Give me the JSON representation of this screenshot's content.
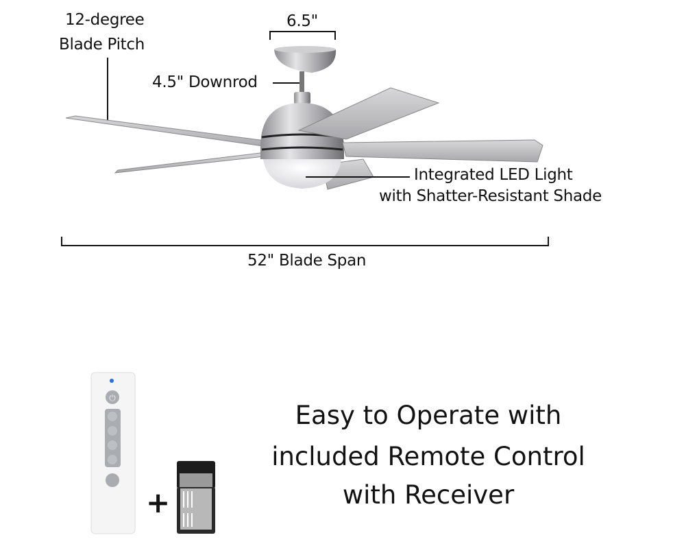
{
  "labels": {
    "pitch_line1": "12-degree",
    "pitch_line2": "Blade Pitch",
    "canopy_width": "6.5\"",
    "downrod": "4.5\" Downrod",
    "light_line1": "Integrated LED Light",
    "light_line2": "with Shatter-Resistant Shade",
    "blade_span": "52\" Blade Span"
  },
  "remote_caption": {
    "line1": "Easy to Operate with",
    "line2": "included Remote Control",
    "line3": "with Receiver"
  },
  "plus_sign": "+",
  "colors": {
    "metal": "#b9b9bb",
    "blade": "#c4c4c6",
    "remote": "#f4f4f4",
    "button": "#a9acb0",
    "led": "#2a6fd6"
  }
}
